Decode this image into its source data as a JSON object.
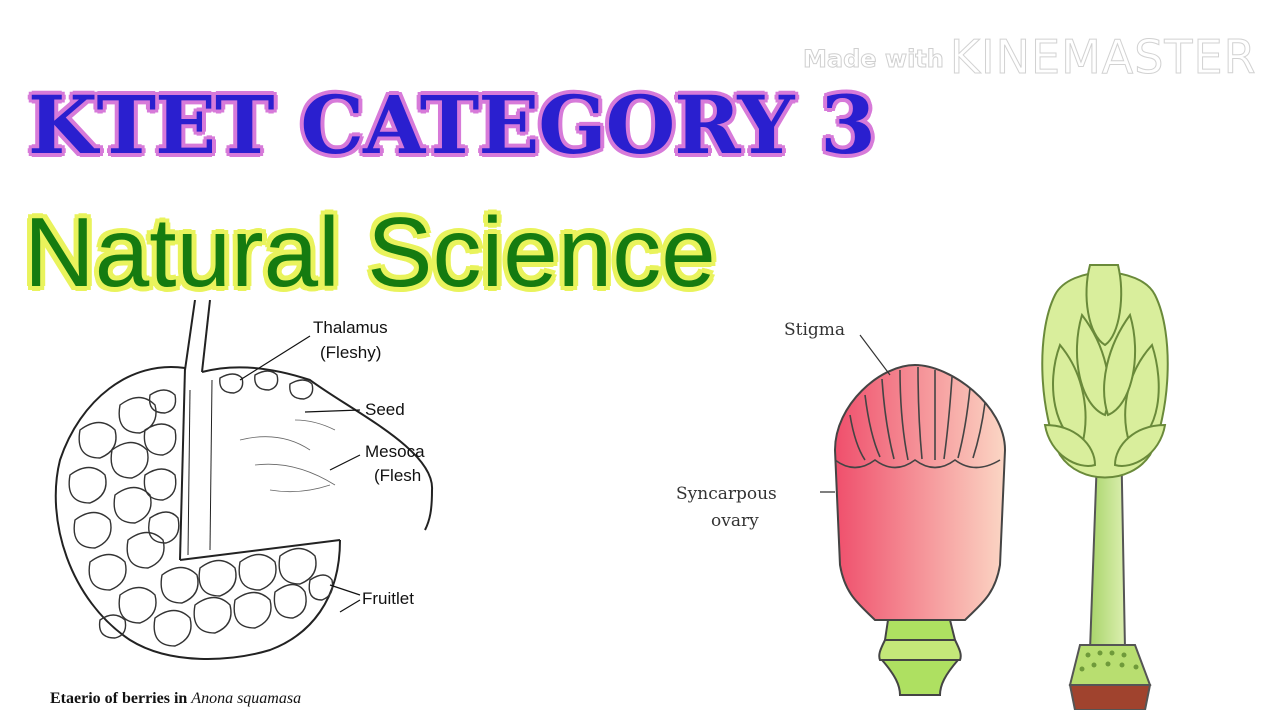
{
  "watermark": {
    "small": "Made with",
    "brand": "KINEMASTER"
  },
  "title": {
    "line1": "KTET CATEGORY  3",
    "line2": "Natural Science"
  },
  "left_figure": {
    "labels": {
      "thalamus": "Thalamus",
      "thalamus_note": "(Fleshy)",
      "seed": "Seed",
      "mesocarp": "Mesoca",
      "mesocarp_note": "(Flesh",
      "fruitlets": "Fruitlet"
    },
    "caption_bold": "Etaerio of berries in ",
    "caption_italic": "Anona squamasa"
  },
  "right_figure": {
    "labels": {
      "stigma": "Stigma",
      "syncarpous": "Syncarpous",
      "ovary": "ovary"
    },
    "colors": {
      "pink": "#f06a80",
      "green": "#b6dc78"
    }
  }
}
